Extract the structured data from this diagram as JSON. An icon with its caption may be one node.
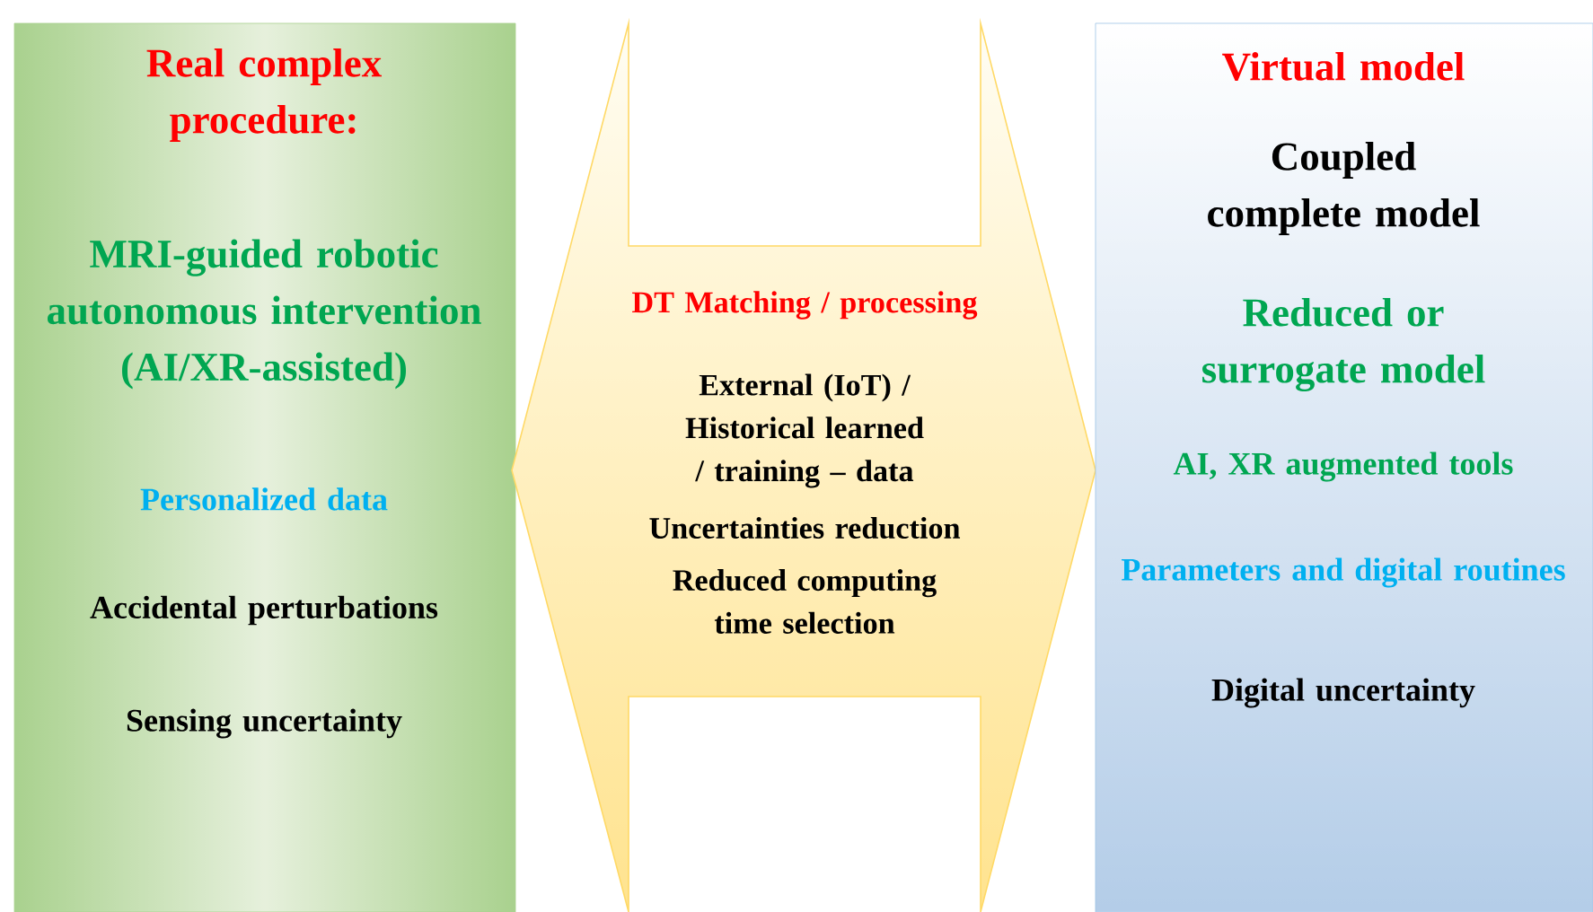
{
  "diagram": {
    "nodes": [
      {
        "text": [
          "Real complex procedure:",
          "MRI-guided robotic autonomous intervention (AI/XR-assisted)",
          "Personalized data",
          "Accidental perturbations",
          "Sensing uncertainty"
        ]
      },
      {
        "text": [
          "DT Matching / processing",
          "External (IoT) / Historical learned / training – data",
          "Uncertainties reduction",
          "Reduced computing time selection"
        ]
      },
      {
        "text": [
          "Virtual model",
          "Coupled complete model",
          "Reduced or surrogate model",
          "AI, XR augmented tools",
          "Parameters and digital routines",
          "Digital uncertainty"
        ]
      }
    ]
  }
}
